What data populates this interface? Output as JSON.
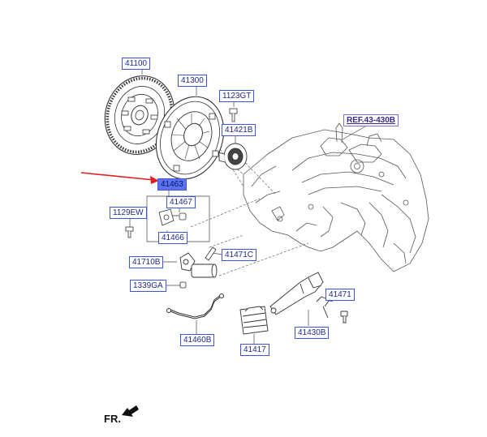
{
  "diagram": {
    "labels": {
      "p41100": "41100",
      "p41300": "41300",
      "p1123GT": "1123GT",
      "p41421B": "41421B",
      "ref": "REF.43-430B",
      "p41463": "41463",
      "p41467": "41467",
      "p1129EW": "1129EW",
      "p41466": "41466",
      "p41471C": "41471C",
      "p41710B": "41710B",
      "p1339GA": "1339GA",
      "p41471": "41471",
      "p41430B": "41430B",
      "p41460B": "41460B",
      "p41417": "41417"
    },
    "direction_label": "FR.",
    "colors": {
      "label_border": "#3b56d6",
      "label_text": "#1f2a8a",
      "highlight": "#5b73f0",
      "arrow": "#e02020",
      "line": "#444444"
    }
  }
}
